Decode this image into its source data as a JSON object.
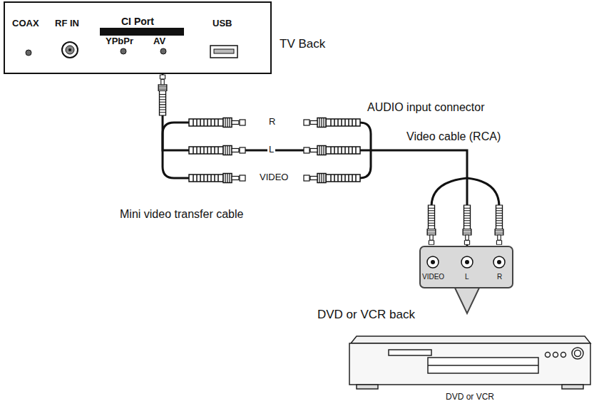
{
  "diagram": {
    "nodes": [
      {
        "text": [
          "COAX",
          "RF IN",
          "CI Port",
          "YPbPr",
          "AV",
          "USB",
          "TV Back"
        ]
      },
      {
        "text": [
          "VIDEO",
          "L",
          "R"
        ]
      },
      {
        "text": [
          "DVD or VCR"
        ]
      }
    ],
    "edges": [
      {
        "from": 0,
        "to": 1,
        "arrow": "none"
      }
    ],
    "labels": [
      "R",
      "L",
      "VIDEO",
      "AUDIO input connector",
      "Video cable (RCA)",
      "Mini video transfer cable",
      "DVD or VCR back"
    ]
  }
}
